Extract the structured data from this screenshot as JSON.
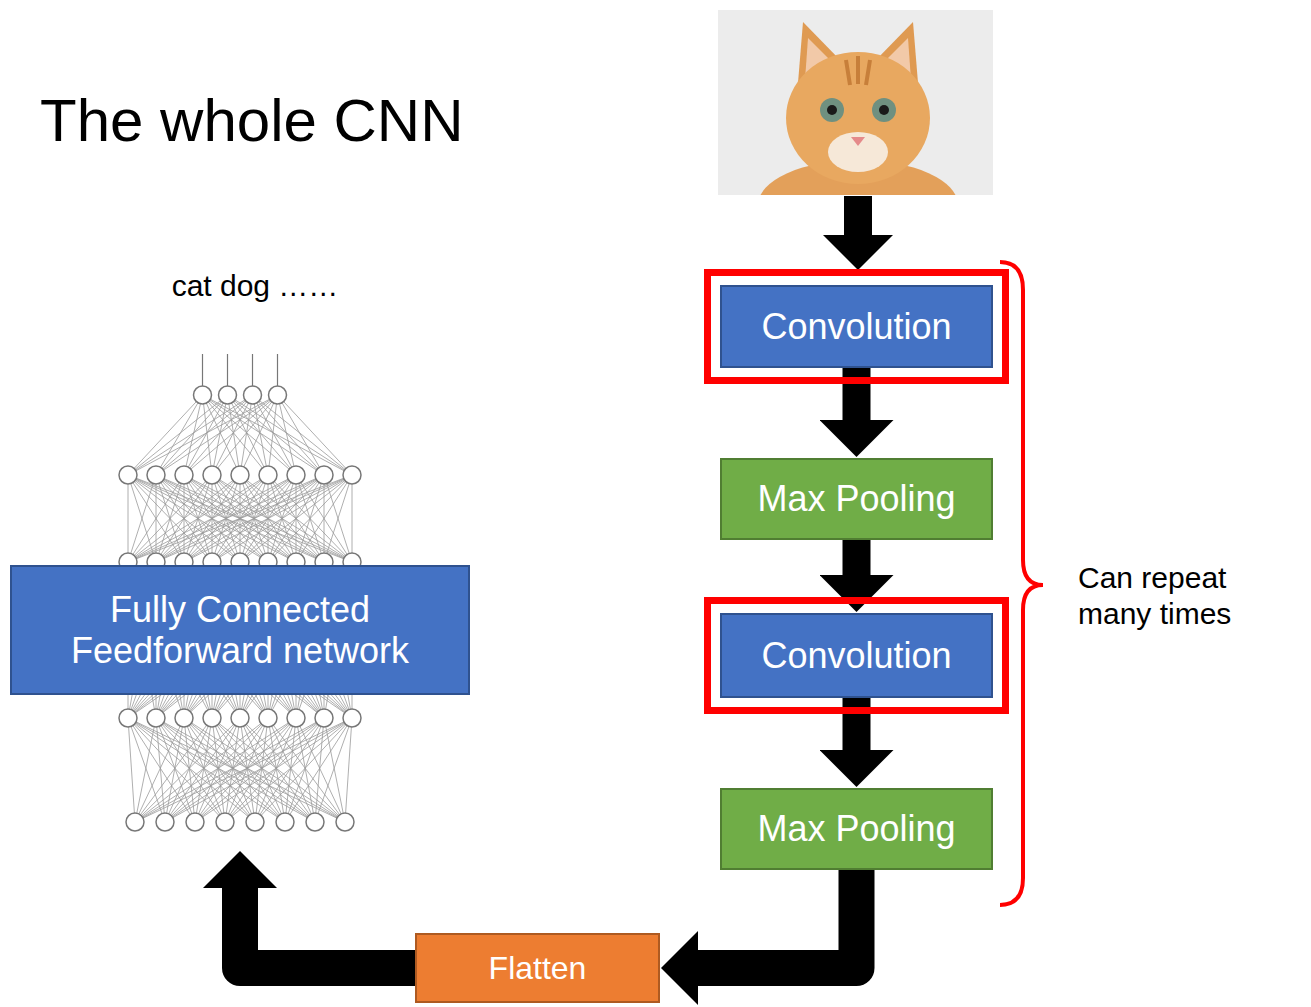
{
  "diagram": {
    "title": "The whole CNN",
    "nodes": [
      {
        "text": [
          "Convolution"
        ]
      },
      {
        "text": [
          "Max Pooling"
        ]
      },
      {
        "text": [
          "Convolution"
        ]
      },
      {
        "text": [
          "Max Pooling"
        ]
      },
      {
        "text": [
          "Flatten"
        ]
      },
      {
        "text": [
          "Fully Connected Feedforward network"
        ]
      }
    ],
    "edges": [
      {
        "from": 0,
        "to": 1,
        "arrow": "to"
      },
      {
        "from": 1,
        "to": 2,
        "arrow": "to"
      },
      {
        "from": 2,
        "to": 3,
        "arrow": "to"
      },
      {
        "from": 3,
        "to": 4,
        "arrow": "to"
      },
      {
        "from": 4,
        "to": 5,
        "arrow": "to"
      }
    ],
    "labels": [
      "cat dog ……",
      "Can repeat many times"
    ]
  }
}
